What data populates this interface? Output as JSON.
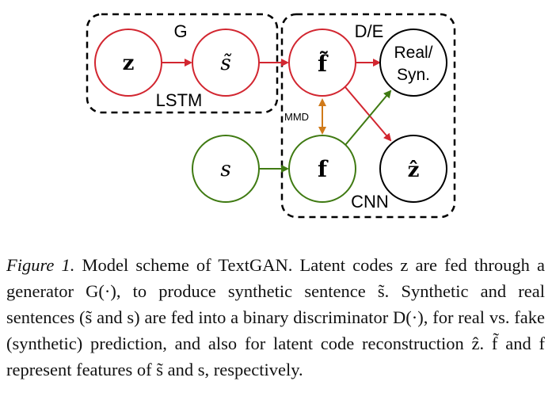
{
  "diagram": {
    "groups": {
      "generator": "G",
      "generator_sub": "LSTM",
      "discriminator": "D/E",
      "discriminator_sub": "CNN"
    },
    "nodes": {
      "z": "z",
      "s_tilde": "s̃",
      "f_tilde": "f̃",
      "real_syn_line1": "Real/",
      "real_syn_line2": "Syn.",
      "s": "s",
      "f": "f",
      "z_hat": "ẑ"
    },
    "edge_labels": {
      "mmd": "MMD"
    },
    "colors": {
      "synthetic": "#d22630",
      "real": "#3f7a12",
      "mmd": "#d07a1a",
      "neutral": "#000000"
    }
  },
  "caption": {
    "label": "Figure 1.",
    "text": "Model scheme of TextGAN. Latent codes z are fed through a generator G(·), to produce synthetic sentence s̃. Synthetic and real sentences (s̃ and s) are fed into a binary discriminator D(·), for real vs. fake (synthetic) prediction, and also for latent code reconstruction ẑ. f̃ and f represent features of s̃ and s, respectively."
  }
}
